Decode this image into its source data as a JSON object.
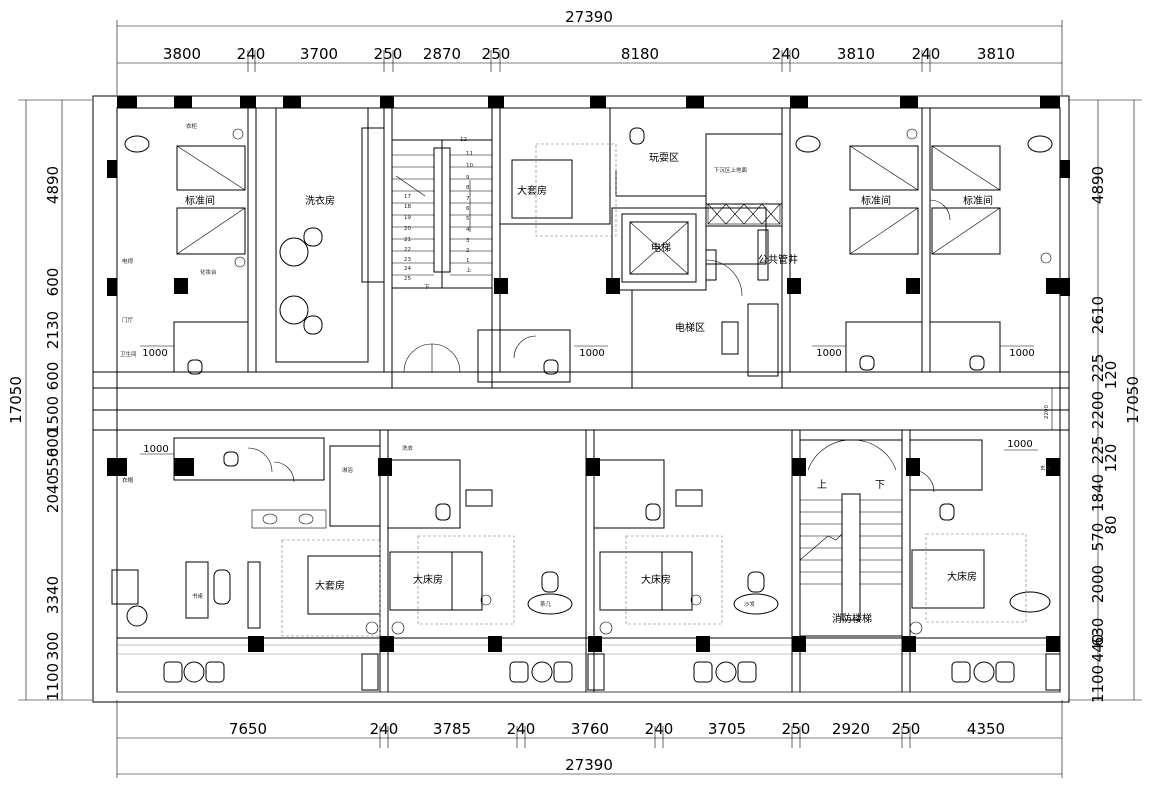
{
  "dimensions": {
    "top_total": "27390",
    "top_segments": [
      "3800",
      "240",
      "3700",
      "250",
      "2870",
      "250",
      "8180",
      "240",
      "3810",
      "240",
      "3810"
    ],
    "bottom_total": "27390",
    "bottom_segments": [
      "7650",
      "240",
      "3785",
      "240",
      "3760",
      "240",
      "3705",
      "250",
      "2920",
      "250",
      "4350"
    ],
    "left_total": "17050",
    "left_segments": [
      "4890",
      "600",
      "2130",
      "600",
      "1500",
      "600",
      "550",
      "2040",
      "3340",
      "300",
      "1100"
    ],
    "right_total": "17050",
    "right_segments": [
      "4890",
      "2610",
      "225",
      "120",
      "2200",
      "225",
      "120",
      "1840",
      "570",
      "80",
      "2000",
      "630",
      "440",
      "1100"
    ],
    "inner": [
      "1000",
      "1000",
      "1000",
      "1000",
      "1000",
      "1000",
      "2200"
    ]
  },
  "rooms": {
    "standard_1": "标准间",
    "laundry": "洗衣房",
    "suite_top": "大套房",
    "play_area": "玩耍区",
    "elevator": "电梯",
    "shaft": "公共管井",
    "elevator_hall": "电梯区",
    "standard_2": "标准间",
    "standard_3": "标准间",
    "suite_bottom": "大套房",
    "king_1": "大床房",
    "king_2": "大床房",
    "fire_stair": "消防楼梯",
    "king_3": "大床房"
  },
  "stair": {
    "steps_right": [
      "11",
      "10",
      "9",
      "8",
      "7",
      "6",
      "5",
      "4",
      "3",
      "2",
      "1",
      "上"
    ],
    "steps_left": [
      "17",
      "18",
      "19",
      "20",
      "21",
      "22",
      "23",
      "24",
      "25",
      "下"
    ],
    "top_number": "12",
    "fire_up": "上",
    "fire_down": "下"
  },
  "small_labels": [
    "衣柜",
    "门厅",
    "卫生间",
    "电视",
    "化妆台",
    "书桌",
    "衣帽",
    "玄关",
    "茶几",
    "沙发",
    "淋浴",
    "洗衣",
    "下沉区上地面"
  ]
}
